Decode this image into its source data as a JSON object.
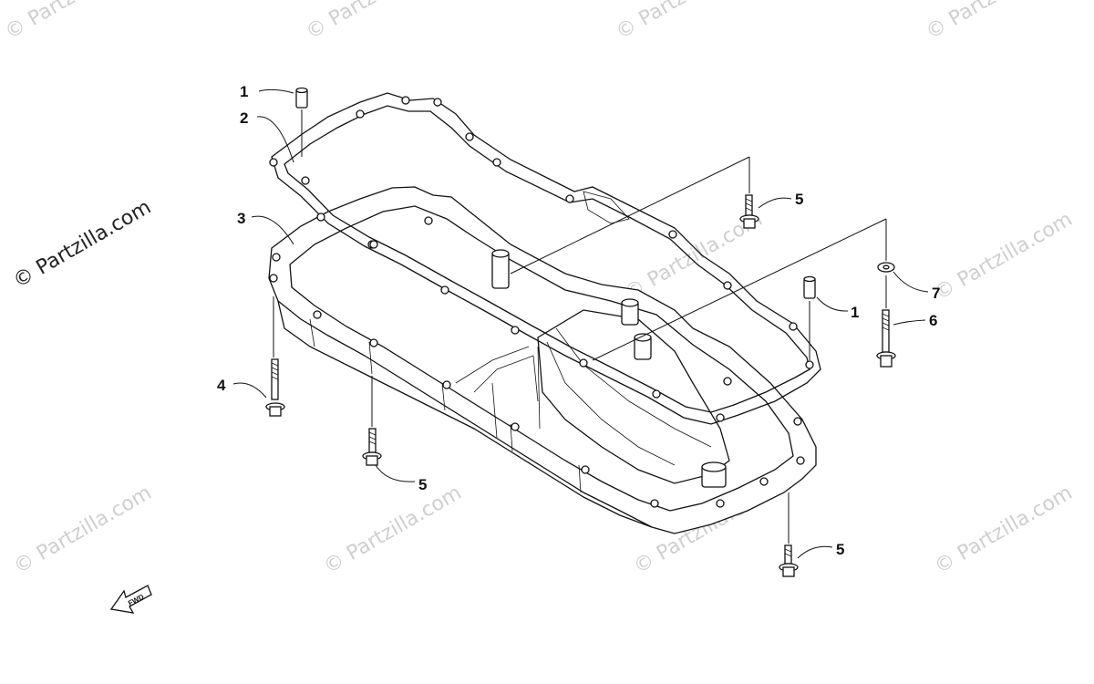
{
  "watermark": {
    "text": "© Partzilla.com"
  },
  "callouts": [
    {
      "id": "c1a",
      "label": "1"
    },
    {
      "id": "c2",
      "label": "2"
    },
    {
      "id": "c3",
      "label": "3"
    },
    {
      "id": "c4",
      "label": "4"
    },
    {
      "id": "c5a",
      "label": "5"
    },
    {
      "id": "c5b",
      "label": "5"
    },
    {
      "id": "c5c",
      "label": "5"
    },
    {
      "id": "c1b",
      "label": "1"
    },
    {
      "id": "c6",
      "label": "6"
    },
    {
      "id": "c7",
      "label": "7"
    }
  ],
  "direction_arrow": {
    "label": "FWD"
  }
}
